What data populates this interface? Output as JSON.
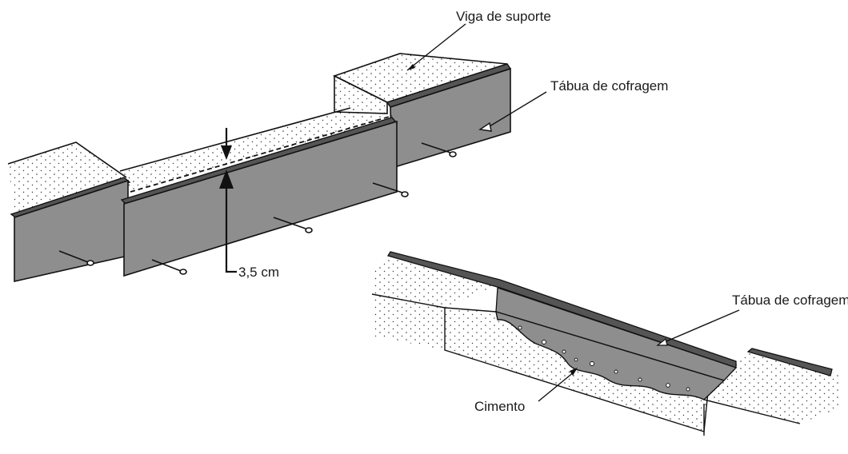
{
  "labels": {
    "support_beam": "Viga de suporte",
    "formwork_board_top": "Tábua de cofragem",
    "measurement": "3,5 cm",
    "formwork_board_bottom": "Tábua de cofragem",
    "cement": "Cimento"
  },
  "colors": {
    "board_face": "#8e8e8e",
    "board_edge": "#555555",
    "cement": "#8e8e8e",
    "outline": "#111111",
    "ground_dots": "#333333"
  }
}
